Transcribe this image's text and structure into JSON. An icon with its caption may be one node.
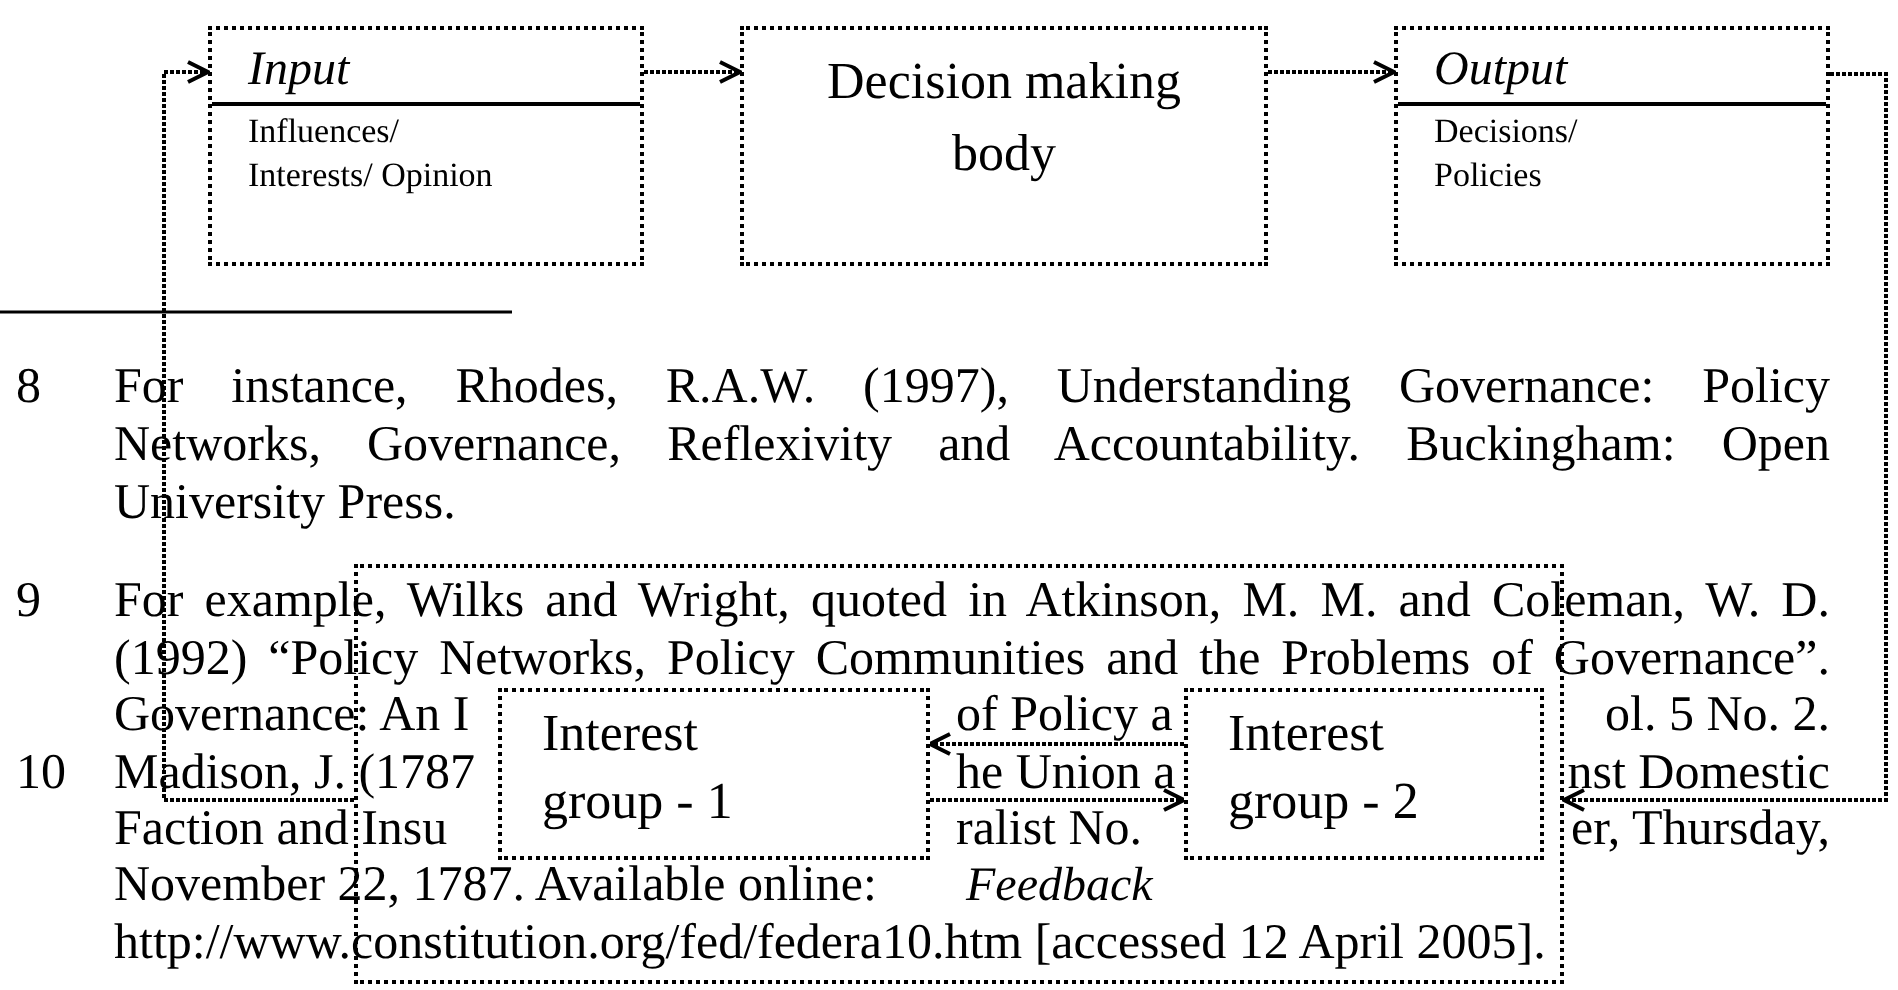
{
  "diagram": {
    "nodes": [
      {
        "text": [
          "Input",
          "Influences/ Interests/ Opinion"
        ]
      },
      {
        "text": [
          "Decision making body"
        ]
      },
      {
        "text": [
          "Output",
          "Decisions/ Policies"
        ]
      },
      {
        "text": [
          "Feedback"
        ]
      },
      {
        "text": [
          "Interest group - 1"
        ],
        "in": 3
      },
      {
        "text": [
          "Interest group - 2"
        ],
        "in": 3
      }
    ],
    "edges": [
      {
        "from": 0,
        "to": 1,
        "arrow": "to"
      },
      {
        "from": 1,
        "to": 2,
        "arrow": "to"
      },
      {
        "from": 2,
        "to": 3,
        "arrow": "to"
      },
      {
        "from": 3,
        "to": 0,
        "arrow": "to"
      },
      {
        "from": 5,
        "to": 4,
        "arrow": "to"
      },
      {
        "from": 4,
        "to": 5,
        "arrow": "to"
      }
    ],
    "labels": [
      "8",
      "For instance, Rhodes, R.A.W. (1997), Understanding Governance: Policy",
      "Networks, Governance, Reflexivity and Accountability. Buckingham: Open",
      "University Press.",
      "9",
      "For example, Wilks and Wright, quoted in Atkinson, M. M. and Coleman, W. D.",
      "(1992) “Policy Networks, Policy Communities and the Problems of Governance”.",
      "Governance: An I",
      "of Policy a",
      "ol. 5 No. 2.",
      "10",
      "Madison, J. (1787",
      "he Union a",
      "nst Domestic",
      "Faction and Insu",
      "ralist No.",
      "er, Thursday,",
      "November 22, 1787. Available online:",
      "http://www.constitution.org/fed/federa10.htm [accessed 12 April 2005]."
    ]
  }
}
